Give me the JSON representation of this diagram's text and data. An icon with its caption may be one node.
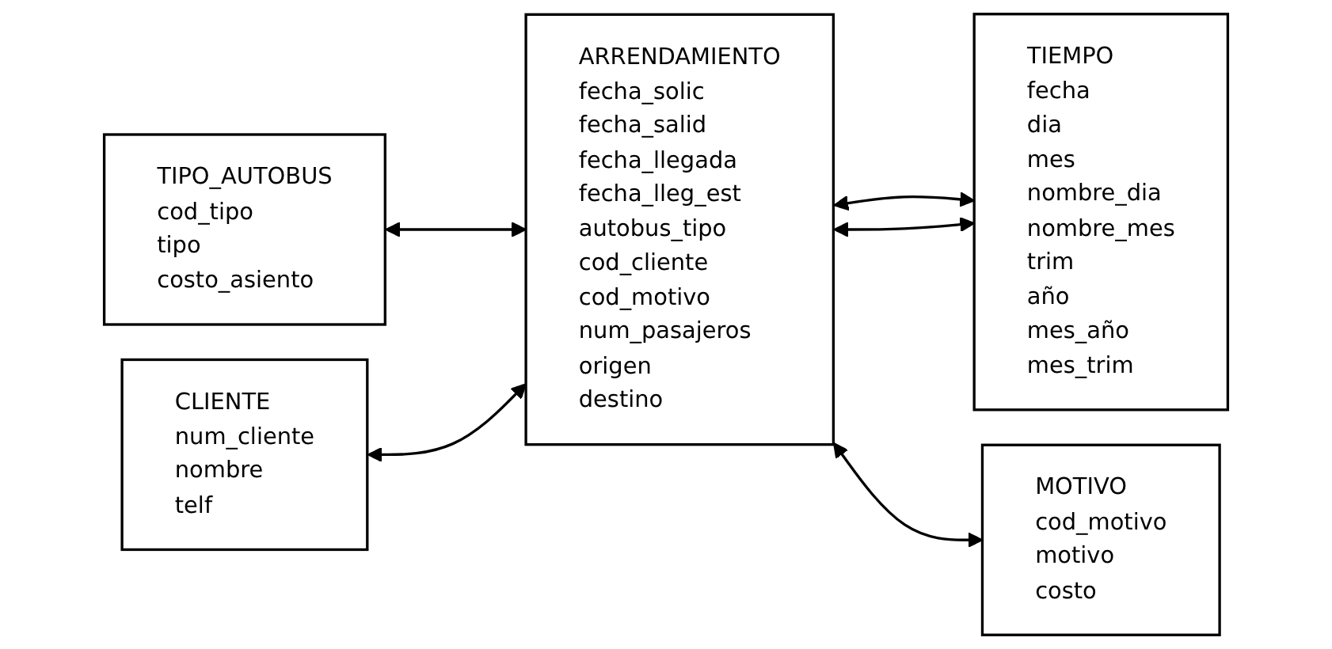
{
  "diagram": {
    "nodes": [
      {
        "text": [
          "TIPO_AUTOBUS",
          "cod_tipo",
          "tipo",
          "costo_asiento"
        ]
      },
      {
        "text": [
          "TIEMPO",
          "fecha",
          "dia",
          "mes",
          "nombre_dia",
          "nombre_mes",
          "trim",
          "año",
          "mes_año",
          "mes_trim"
        ]
      },
      {
        "text": [
          "ARRENDAMIENTO",
          "fecha_solic",
          "fecha_salid",
          "fecha_llegada",
          "fecha_lleg_est",
          "autobus_tipo",
          "cod_cliente",
          "cod_motivo",
          "num_pasajeros",
          "origen",
          "destino"
        ]
      },
      {
        "text": [
          "CLIENTE",
          "num_cliente",
          "nombre",
          "telf"
        ]
      },
      {
        "text": [
          "MOTIVO",
          "cod_motivo",
          "motivo",
          "costo"
        ]
      }
    ],
    "edges": [
      {
        "from": 0,
        "to": 2,
        "arrow": "both"
      },
      {
        "from": 3,
        "to": 2,
        "arrow": "both"
      },
      {
        "from": 2,
        "to": 1,
        "arrow": "both"
      },
      {
        "from": 2,
        "to": 1,
        "arrow": "both"
      },
      {
        "from": 2,
        "to": 4,
        "arrow": "both"
      }
    ]
  }
}
